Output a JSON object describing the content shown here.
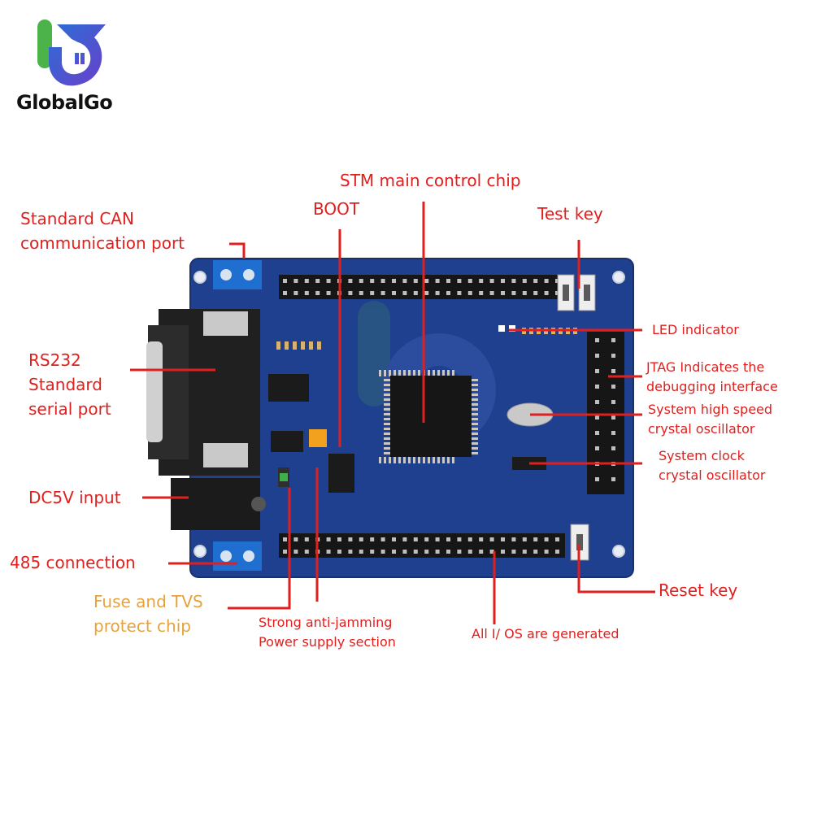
{
  "brand": {
    "name": "GlobalGo",
    "colors": {
      "logo_blue": "#2a6fd6",
      "logo_purple": "#6b3fc9",
      "logo_green": "#4cb34a"
    }
  },
  "colors": {
    "callout_red": "#e0201e",
    "callout_orange": "#e6a33c",
    "pcb_blue": "#1f3f8f",
    "header_black": "#161616",
    "terminal_blue": "#1f6fd1"
  },
  "labels": {
    "stm_chip": "STM main control chip",
    "boot": "BOOT",
    "test_key": "Test key",
    "can_port": "Standard CAN\ncommunication port",
    "led_indicator": "LED indicator",
    "jtag": "JTAG Indicates the\ndebugging interface",
    "high_speed_osc": "System high speed\ncrystal oscillator",
    "clock_osc": "System clock\ncrystal oscillator",
    "rs232": "RS232\nStandard\nserial port",
    "dc5v": "DC5V input",
    "rs485": "485 connection",
    "fuse_tvs": "Fuse and TVS\nprotect chip",
    "anti_jamming": "Strong anti-jamming\nPower supply section",
    "io_generated": "All I/ OS are generated",
    "reset_key": "Reset key"
  }
}
